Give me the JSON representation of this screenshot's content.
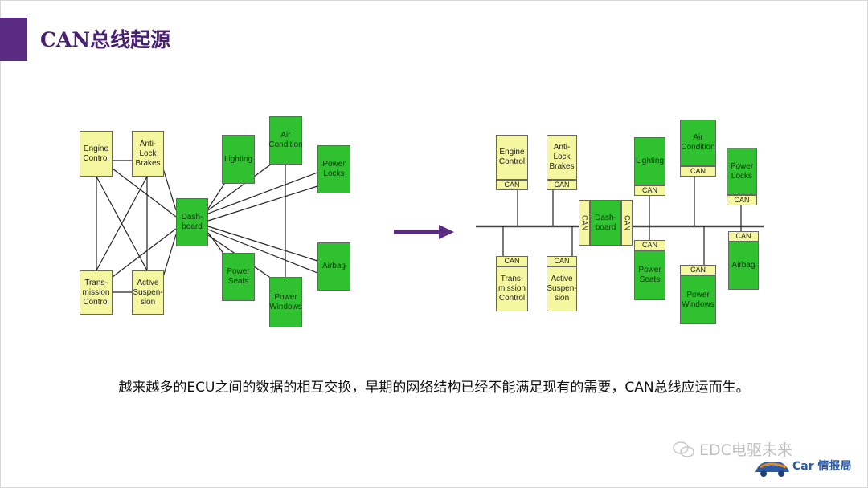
{
  "slide": {
    "title": "CAN总线起源",
    "caption": "越来越多的ECU之间的数据的相互交换，早期的网络结构已经不能满足现有的需要，CAN总线应运而生。",
    "watermark": "EDC电驱未来",
    "logo_car": "Car",
    "logo_text": "情报局"
  },
  "left_diagram": {
    "engine": "Engine\nControl",
    "abs": "Anti-\nLock\nBrakes",
    "trans": "Trans-\nmission\nControl",
    "susp": "Active\nSuspen-\nsion",
    "dash": "Dash-\nboard",
    "lighting": "Lighting",
    "air": "Air\nCondition",
    "power_locks": "Power\nLocks",
    "airbag": "Airbag",
    "power_seats": "Power\nSeats",
    "power_windows": "Power\nWindows"
  },
  "right_diagram": {
    "engine": "Engine\nControl",
    "abs": "Anti-\nLock\nBrakes",
    "trans": "Trans-\nmission\nControl",
    "susp": "Active\nSuspen-\nsion",
    "dash": "Dash-\nboard",
    "lighting": "Lighting",
    "air": "Air\nCondition",
    "power_locks": "Power\nLocks",
    "airbag": "Airbag",
    "power_seats": "Power\nSeats",
    "power_windows": "Power\nWindows",
    "can_label": "CAN"
  },
  "colors": {
    "accent": "#5b2a82",
    "ecu_yellow": "#f5f7a0",
    "ecu_green": "#2fc12f",
    "arrow": "#5b2a82"
  }
}
